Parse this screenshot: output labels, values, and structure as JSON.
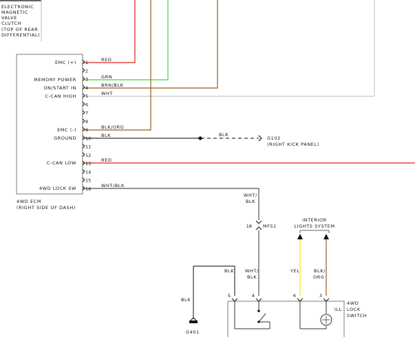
{
  "colors": {
    "red": "#e0201a",
    "green": "#38d838",
    "brown": "#9a5a18",
    "white": "#c8c8c8",
    "black": "#333333",
    "yellow": "#f4e800",
    "box": "#7a7a7a"
  },
  "top_component": {
    "lines": [
      "ELECTRONIC",
      "MAGNETIC",
      "VALVE",
      "CLUTCH",
      "(TOP OF REAR",
      "DIFFERENTIAL)"
    ]
  },
  "ecm": {
    "left_labels": [
      {
        "pin": "1",
        "text": "EMC (+)"
      },
      {
        "pin": "3",
        "text": "MEMORY POWER"
      },
      {
        "pin": "4",
        "text": "ON/START IN"
      },
      {
        "pin": "5",
        "text": "C-CAN HIGH"
      },
      {
        "pin": "9",
        "text": "EMC (-)"
      },
      {
        "pin": "10",
        "text": "GROUND"
      },
      {
        "pin": "13",
        "text": "C-CAN LOW"
      },
      {
        "pin": "16",
        "text": "4WD LOCK SW"
      }
    ],
    "pins": [
      "1",
      "2",
      "3",
      "4",
      "5",
      "6",
      "7",
      "8",
      "9",
      "10",
      "11",
      "12",
      "13",
      "14",
      "15",
      "16"
    ],
    "wire_labels": [
      {
        "pin": "1",
        "text": "RED"
      },
      {
        "pin": "3",
        "text": "GRN"
      },
      {
        "pin": "4",
        "text": "BRN/BLK"
      },
      {
        "pin": "5",
        "text": "WHT"
      },
      {
        "pin": "9",
        "text": "BLK/ORG"
      },
      {
        "pin": "10",
        "text": "BLK"
      },
      {
        "pin": "13",
        "text": "RED"
      },
      {
        "pin": "16",
        "text": "WHT/BLK"
      }
    ],
    "name": "4WD ECM",
    "location": "(RIGHT SIDE OF DASH)"
  },
  "ground_g102": {
    "wire": "BLK",
    "name": "G102",
    "location": "(RIGHT KICK PANEL)"
  },
  "vertical_wire": {
    "label_line1": "WHT/",
    "label_line2": "BLK",
    "connector_pin": "18",
    "connector_name": "MFS1"
  },
  "interior_lights": {
    "line1": "INTERIOR",
    "line2": "LIGHTS SYSTEM",
    "wire_yel": "YEL",
    "wire_blkorg_1": "BLK/",
    "wire_blkorg_2": "ORG"
  },
  "lower_left": {
    "wire_blk_a": "BLK",
    "wire_blk_b": "BLK",
    "wire_whtblk_1": "WHT/",
    "wire_whtblk_2": "BLK",
    "ground_name": "G401"
  },
  "switch": {
    "pins": [
      "5",
      "4",
      "6",
      "3"
    ],
    "name_line1": "4WD",
    "name_line2": "LOCK",
    "name_line3": "SWITCH",
    "ill": "ILL"
  }
}
